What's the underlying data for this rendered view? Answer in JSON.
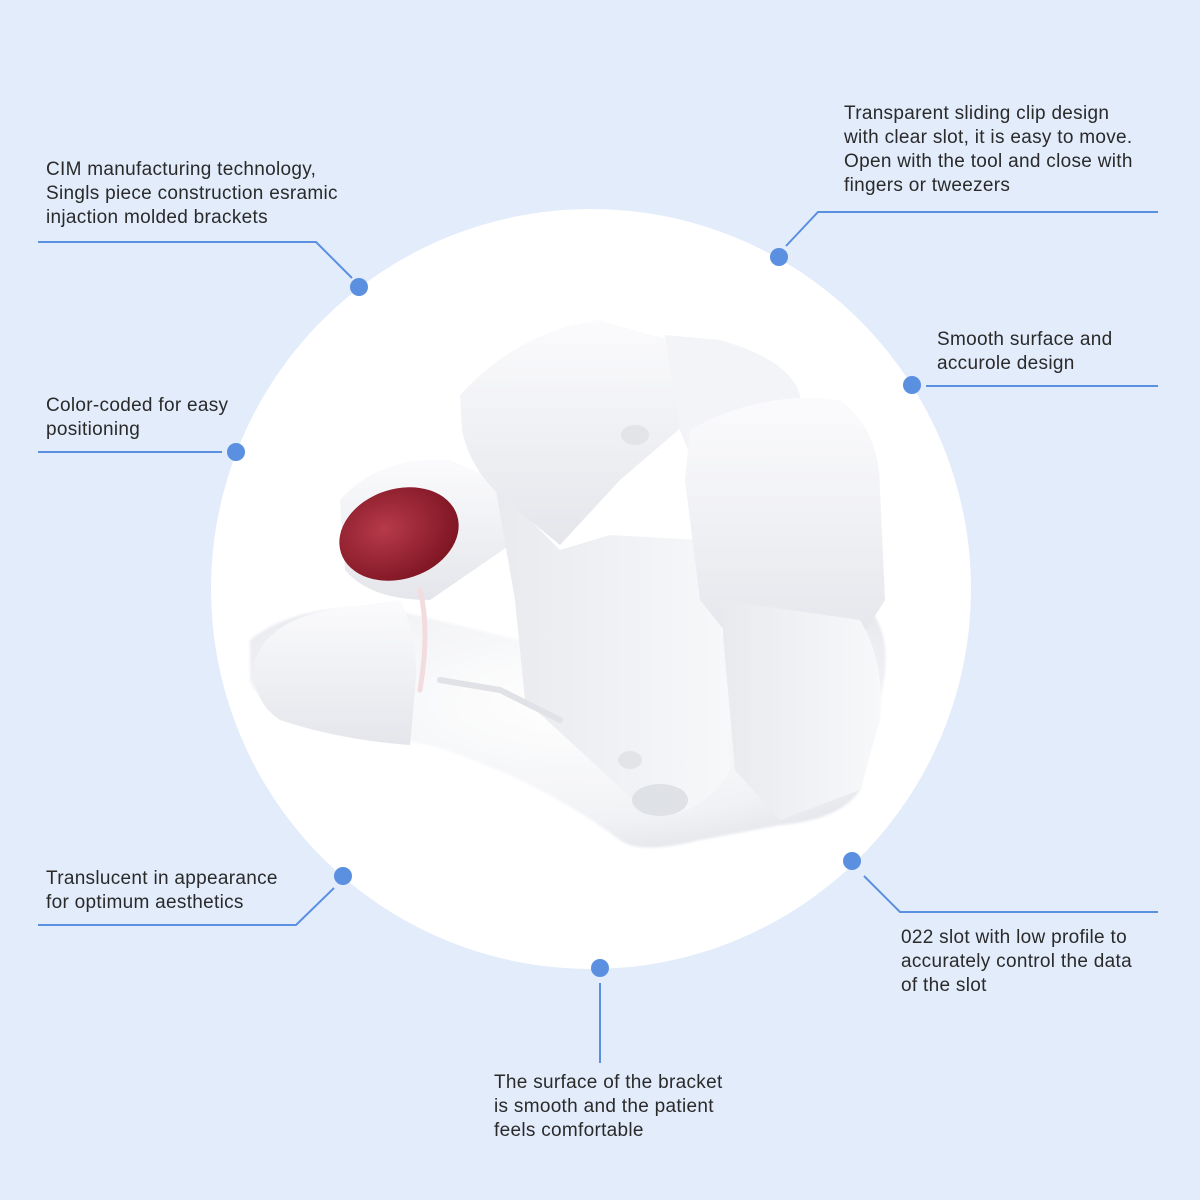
{
  "colors": {
    "background": "#e2ecfb",
    "circle": "#ffffff",
    "accent": "#5b8fe0",
    "text": "#2a2a2a",
    "color_code_dot": "#9c1f2e"
  },
  "product": {
    "image": "clear ceramic self-ligating bracket with red color-code dot"
  },
  "callouts": {
    "cim": {
      "lines": [
        "CIM manufacturing technology,",
        "Singls piece construction esramic",
        "injaction molded brackets"
      ]
    },
    "clip": {
      "lines": [
        "Transparent sliding clip design",
        "with clear slot, it is easy to move.",
        "Open with the tool and close with",
        "fingers or tweezers"
      ]
    },
    "smooth": {
      "lines": [
        "Smooth surface and",
        "accurole design"
      ]
    },
    "color": {
      "lines": [
        "Color-coded for easy",
        "positioning"
      ]
    },
    "translucent": {
      "lines": [
        "Translucent in appearance",
        "for optimum aesthetics"
      ]
    },
    "slot": {
      "lines": [
        "022 slot with low profile to",
        "accurately control the data",
        "of the slot"
      ]
    },
    "surface": {
      "lines": [
        "The surface of the bracket",
        "is smooth and the patient",
        "feels comfortable"
      ]
    }
  }
}
